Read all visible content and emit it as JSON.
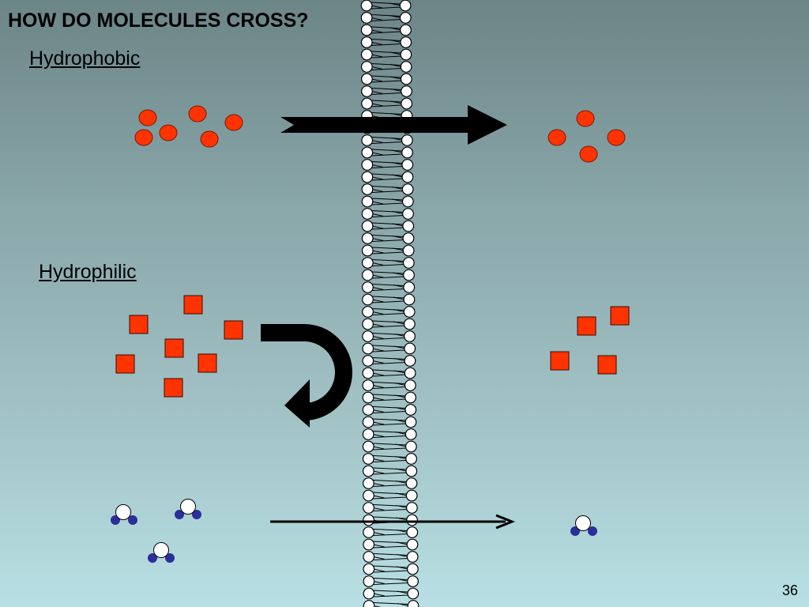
{
  "slide": {
    "title": "HOW DO MOLECULES CROSS?",
    "page_number": "36"
  },
  "sections": {
    "hydrophobic_label": "Hydrophobic",
    "hydrophilic_label": "Hydrophilic"
  },
  "colors": {
    "hydrophobic_molecule": "#ff3300",
    "hydrophilic_molecule": "#ff3300",
    "water_oxygen": "#ffffff",
    "water_hydrogen": "#2b2f9a",
    "membrane_head": "#ffffff",
    "arrow": "#000000"
  }
}
